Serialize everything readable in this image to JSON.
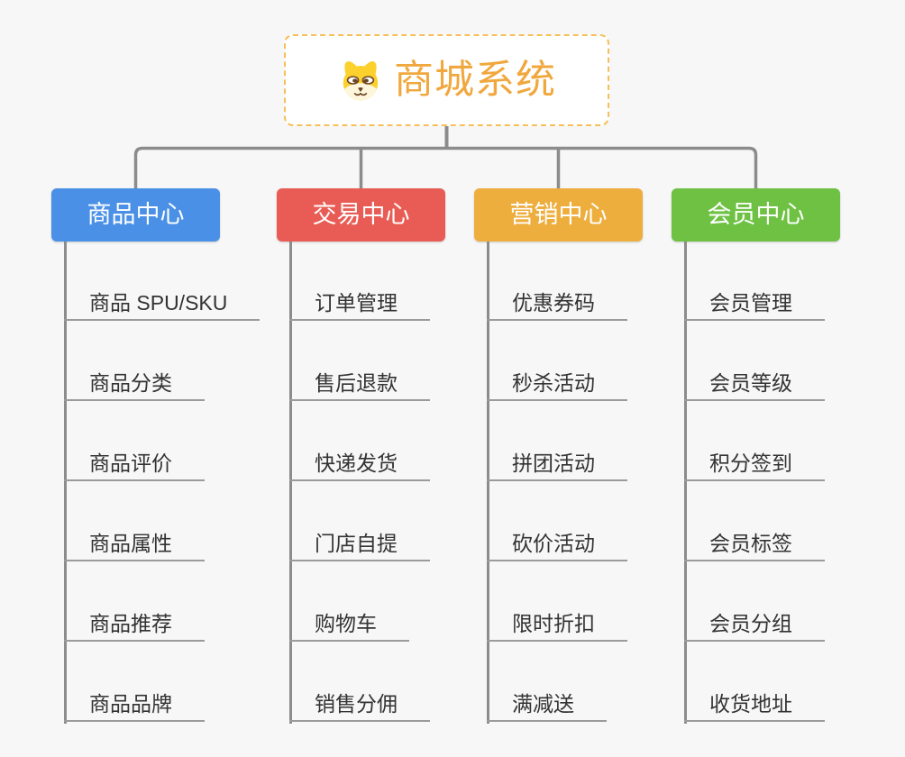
{
  "root": {
    "title": "商城系统",
    "icon": "doge-icon"
  },
  "branches": [
    {
      "label": "商品中心",
      "color": "#4a90e6",
      "children": [
        "商品 SPU/SKU",
        "商品分类",
        "商品评价",
        "商品属性",
        "商品推荐",
        "商品品牌"
      ]
    },
    {
      "label": "交易中心",
      "color": "#e85c55",
      "children": [
        "订单管理",
        "售后退款",
        "快递发货",
        "门店自提",
        "购物车",
        "销售分佣"
      ]
    },
    {
      "label": "营销中心",
      "color": "#eeae3e",
      "children": [
        "优惠券码",
        "秒杀活动",
        "拼团活动",
        "砍价活动",
        "限时折扣",
        "满减送"
      ]
    },
    {
      "label": "会员中心",
      "color": "#6ec143",
      "children": [
        "会员管理",
        "会员等级",
        "积分签到",
        "会员标签",
        "会员分组",
        "收货地址"
      ]
    }
  ],
  "palette": {
    "background": "#f7f7f7",
    "root_text": "#f0a83e",
    "root_border": "#f7be5a",
    "connector_line": "#8c8c8c",
    "leaf_underline": "#9b9b9b",
    "leaf_text": "#333333",
    "doge_yellow": "#fcd12e",
    "doge_cream": "#fdf6dd",
    "doge_brown": "#6b4423"
  }
}
